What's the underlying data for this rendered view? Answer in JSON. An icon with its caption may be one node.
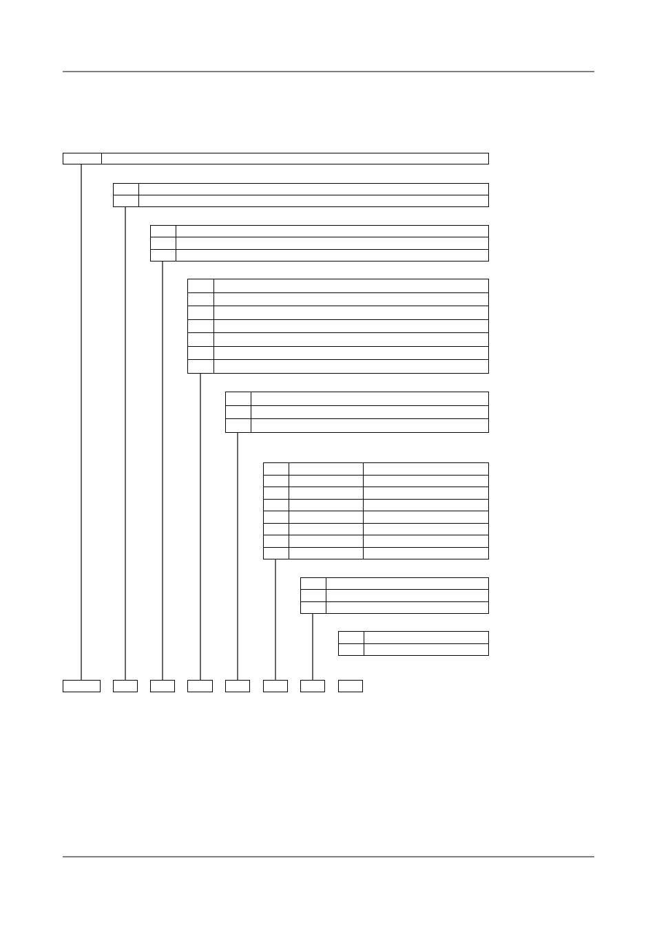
{
  "diagram": {
    "nodes": [
      {
        "text": [],
        "shape": "box"
      },
      {
        "text": [],
        "shape": "box"
      },
      {
        "text": [],
        "shape": "box"
      },
      {
        "text": [],
        "shape": "box"
      },
      {
        "text": [],
        "shape": "box"
      },
      {
        "text": [],
        "shape": "box"
      },
      {
        "text": [],
        "shape": "box"
      },
      {
        "text": [],
        "shape": "box"
      },
      {
        "text": [],
        "shape": "box"
      },
      {
        "text": [],
        "shape": "box"
      },
      {
        "text": [],
        "shape": "box"
      },
      {
        "text": [],
        "shape": "box"
      },
      {
        "text": [],
        "shape": "box"
      },
      {
        "text": [],
        "shape": "box"
      },
      {
        "text": [],
        "shape": "box"
      },
      {
        "text": [],
        "shape": "box"
      }
    ],
    "edges": [
      {
        "from": 0,
        "to": 8,
        "arrow": "none"
      },
      {
        "from": 1,
        "to": 9,
        "arrow": "none"
      },
      {
        "from": 2,
        "to": 10,
        "arrow": "none"
      },
      {
        "from": 3,
        "to": 11,
        "arrow": "none"
      },
      {
        "from": 4,
        "to": 12,
        "arrow": "none"
      },
      {
        "from": 5,
        "to": 13,
        "arrow": "none"
      },
      {
        "from": 6,
        "to": 14,
        "arrow": "none"
      }
    ]
  }
}
